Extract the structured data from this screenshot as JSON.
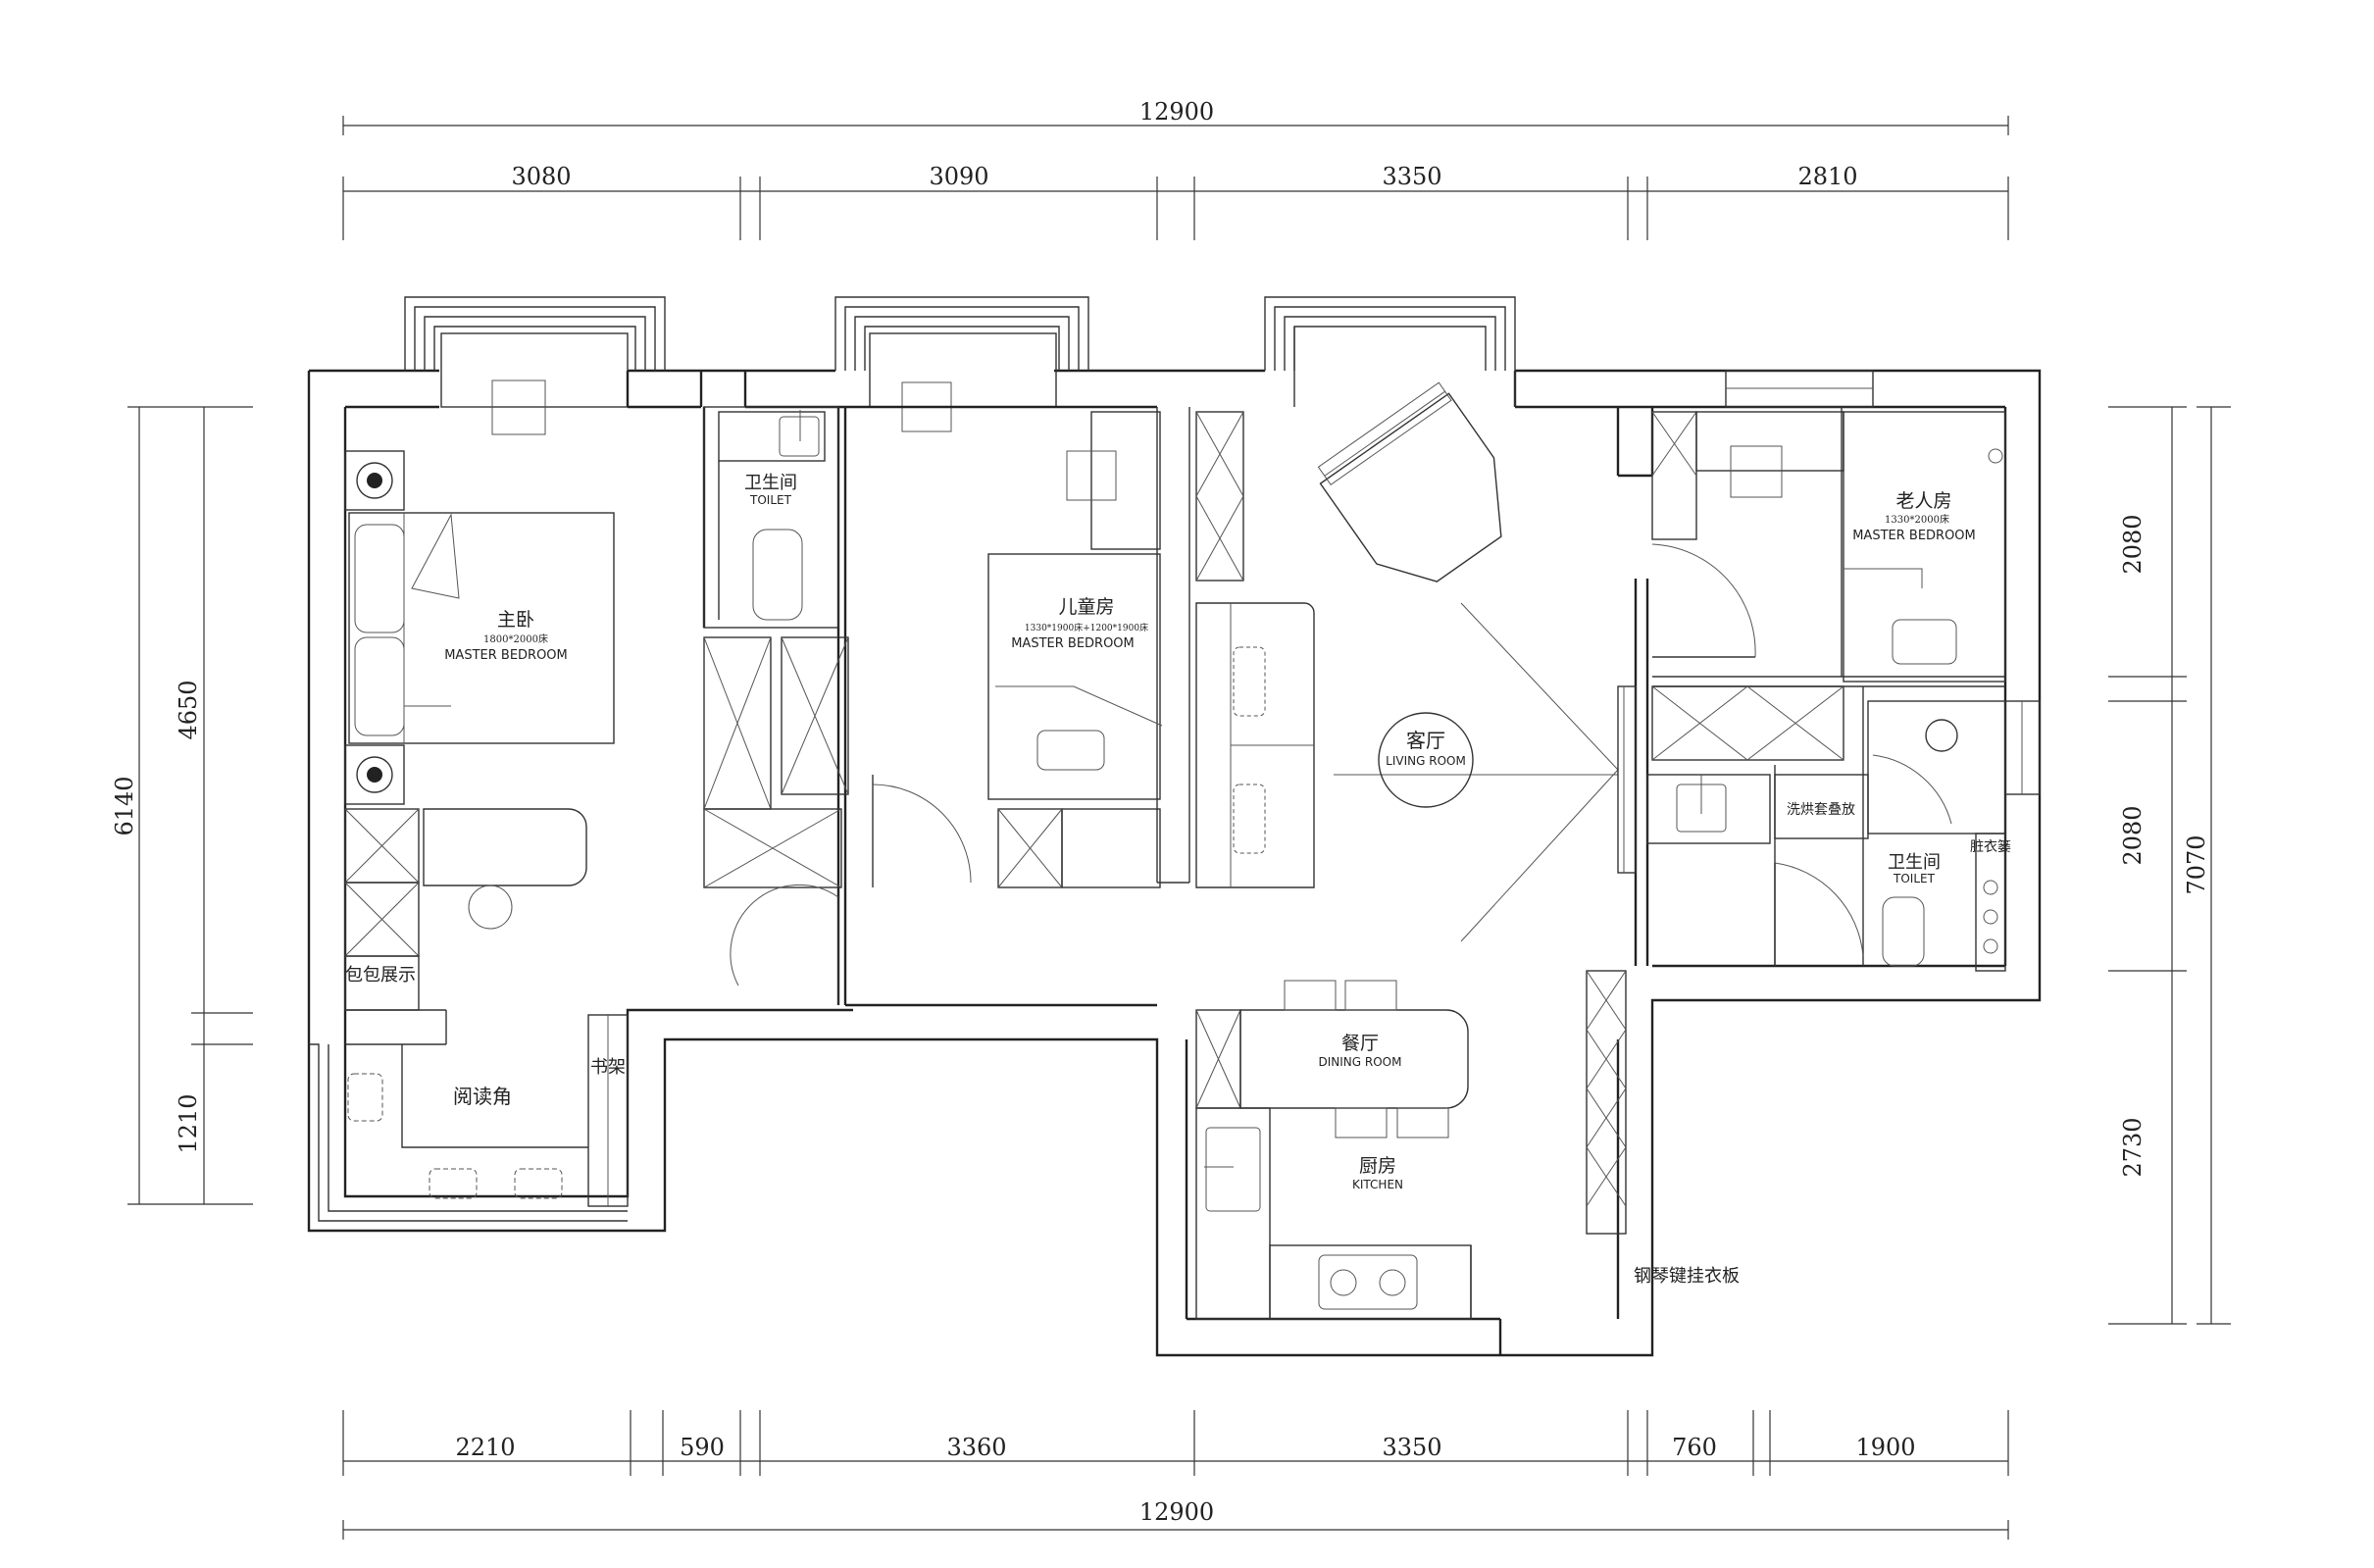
{
  "dimensions": {
    "top_total": "12900",
    "top_segments": [
      "3080",
      "3090",
      "3350",
      "2810"
    ],
    "bottom_segments": [
      "2210",
      "590",
      "3360",
      "3350",
      "760",
      "1900"
    ],
    "bottom_total": "12900",
    "left_outer": "6140",
    "left_inner_1": "4650",
    "left_inner_2": "1210",
    "right_outer": "7070",
    "right_inner": [
      "2080",
      "2080",
      "2730"
    ]
  },
  "rooms": {
    "master_bedroom": {
      "cn": "主卧",
      "size": "1800*2000床",
      "en": "MASTER BEDROOM"
    },
    "toilet_1": {
      "cn": "卫生间",
      "en": "TOILET"
    },
    "kids_room": {
      "cn": "儿童房",
      "size": "1330*1900床+1200*1900床",
      "en": "MASTER BEDROOM"
    },
    "living_room": {
      "cn": "客厅",
      "en": "LIVING ROOM"
    },
    "elder_room": {
      "cn": "老人房",
      "size": "1330*2000床",
      "en": "MASTER BEDROOM"
    },
    "toilet_2": {
      "cn": "卫生间",
      "en": "TOILET"
    },
    "dining_room": {
      "cn": "餐厅",
      "en": "DINING ROOM"
    },
    "kitchen": {
      "cn": "厨房",
      "en": "KITCHEN"
    }
  },
  "labels": {
    "bag_display": "包包展示",
    "reading_corner": "阅读角",
    "bookshelf": "书架",
    "washer_dryer": "洗烘套叠放",
    "laundry_basket": "脏衣篓",
    "piano_coat_board": "钢琴键挂衣板"
  }
}
